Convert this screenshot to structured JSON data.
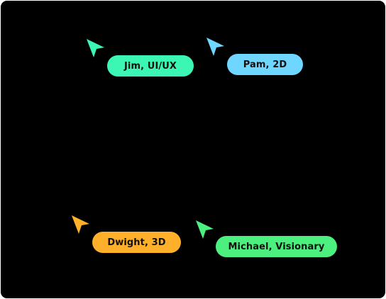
{
  "collaborators": [
    {
      "id": "jim",
      "label": "Jim, UI/UX",
      "color": "#3cf7b4"
    },
    {
      "id": "pam",
      "label": "Pam, 2D",
      "color": "#6fd6ff"
    },
    {
      "id": "dwight",
      "label": "Dwight, 3D",
      "color": "#ffb02a"
    },
    {
      "id": "michael",
      "label": "Michael, Visionary",
      "color": "#4cf07f"
    }
  ],
  "icons": {
    "cursor": "arrow-pointer-icon"
  }
}
